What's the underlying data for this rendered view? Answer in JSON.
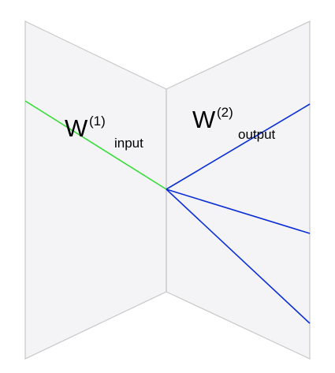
{
  "colors": {
    "plane_fill": "#f4f3f6",
    "plane_stroke": "#c8c8c8",
    "input_line": "#33dd33",
    "output_lines": "#0a2fd6"
  },
  "labels": {
    "left": {
      "main": "W",
      "sup": "(1)",
      "sub": "input"
    },
    "right": {
      "main": "W",
      "sup": "(2)",
      "sub": "output"
    }
  },
  "lines": {
    "input_count": 1,
    "output_count": 3
  }
}
